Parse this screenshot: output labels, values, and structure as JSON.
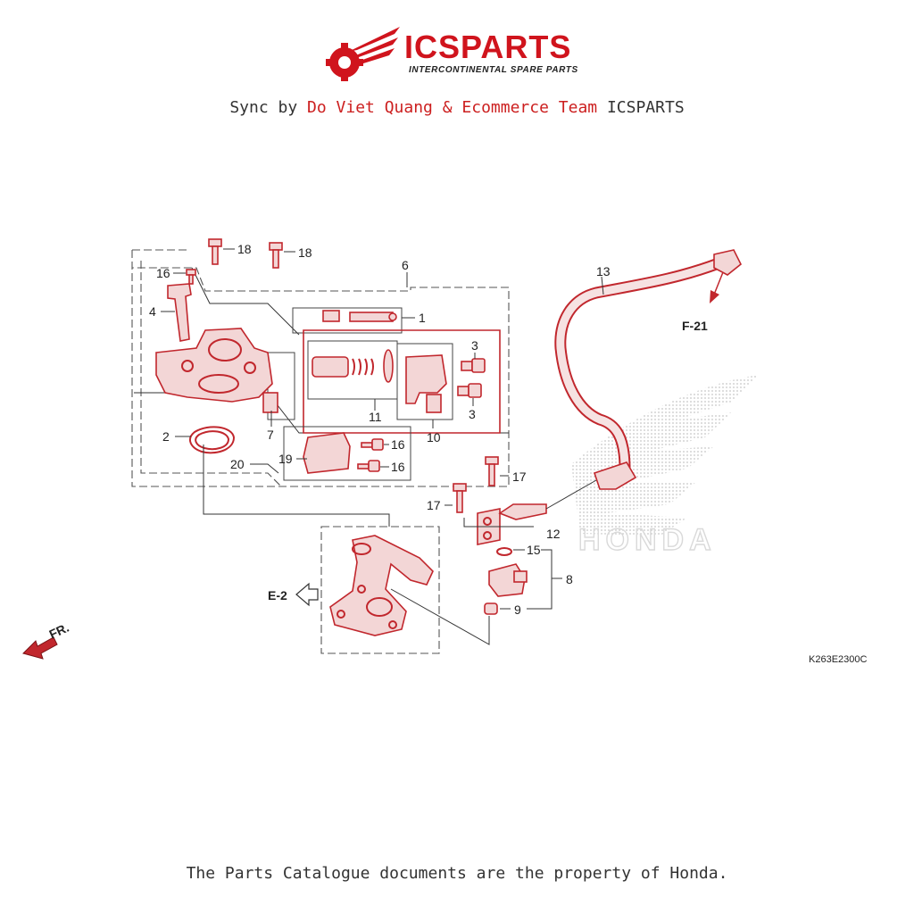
{
  "header": {
    "logo_name": "ICSPARTS",
    "logo_subtitle": "INTERCONTINENTAL SPARE PARTS",
    "sync_prefix": "Sync by ",
    "sync_highlight": "Do Viet Quang & Ecommerce Team",
    "sync_suffix": " ICSPARTS"
  },
  "diagram": {
    "part_numbers": {
      "p1": "1",
      "p2": "2",
      "p3a": "3",
      "p3b": "3",
      "p4": "4",
      "p6": "6",
      "p7": "7",
      "p8": "8",
      "p9": "9",
      "p10": "10",
      "p11": "11",
      "p12": "12",
      "p13": "13",
      "p15": "15",
      "p16a": "16",
      "p16b": "16",
      "p16c": "16",
      "p17a": "17",
      "p17b": "17",
      "p18a": "18",
      "p18b": "18",
      "p19": "19",
      "p20": "20"
    },
    "refs": {
      "f21": "F-21",
      "e2": "E-2",
      "fr": "FR."
    },
    "diagram_code": "K263E2300C",
    "watermark": "HONDA"
  },
  "footer": {
    "notice": "The Parts Catalogue documents are the property of Honda."
  },
  "colors": {
    "accent": "#c1272d",
    "brand": "#d0141d",
    "text": "#333333"
  }
}
